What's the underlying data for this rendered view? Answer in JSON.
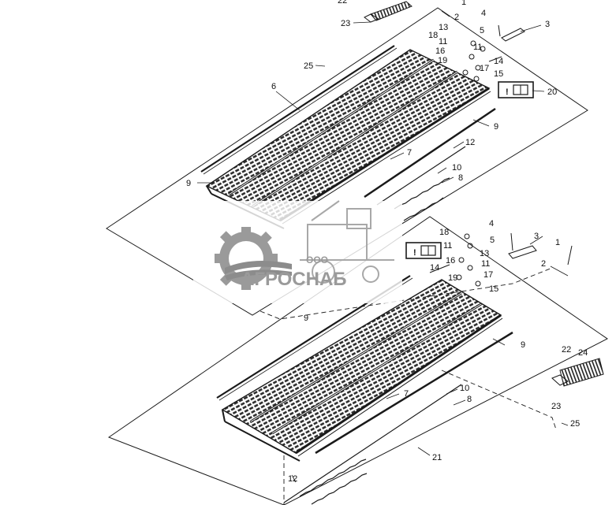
{
  "diagram": {
    "upper_assembly": {
      "callouts": [
        "22",
        "23",
        "1",
        "2",
        "3",
        "4",
        "5",
        "13",
        "18",
        "11",
        "11",
        "16",
        "14",
        "19",
        "17",
        "15",
        "20",
        "25",
        "6",
        "9",
        "9",
        "7",
        "12",
        "10",
        "8"
      ]
    },
    "lower_assembly": {
      "callouts": [
        "4",
        "3",
        "1",
        "18",
        "11",
        "5",
        "13",
        "16",
        "11",
        "14",
        "2",
        "19",
        "17",
        "15",
        "9",
        "9",
        "7",
        "10",
        "8",
        "22",
        "24",
        "23",
        "25",
        "21",
        "12"
      ]
    },
    "manual_symbol": "!",
    "colors": {
      "line": "#1a1a1a",
      "watermark": "#9a9a9a"
    }
  },
  "watermark": {
    "company_prefix": "ООО",
    "company_name": "АГРОСНАБ"
  }
}
